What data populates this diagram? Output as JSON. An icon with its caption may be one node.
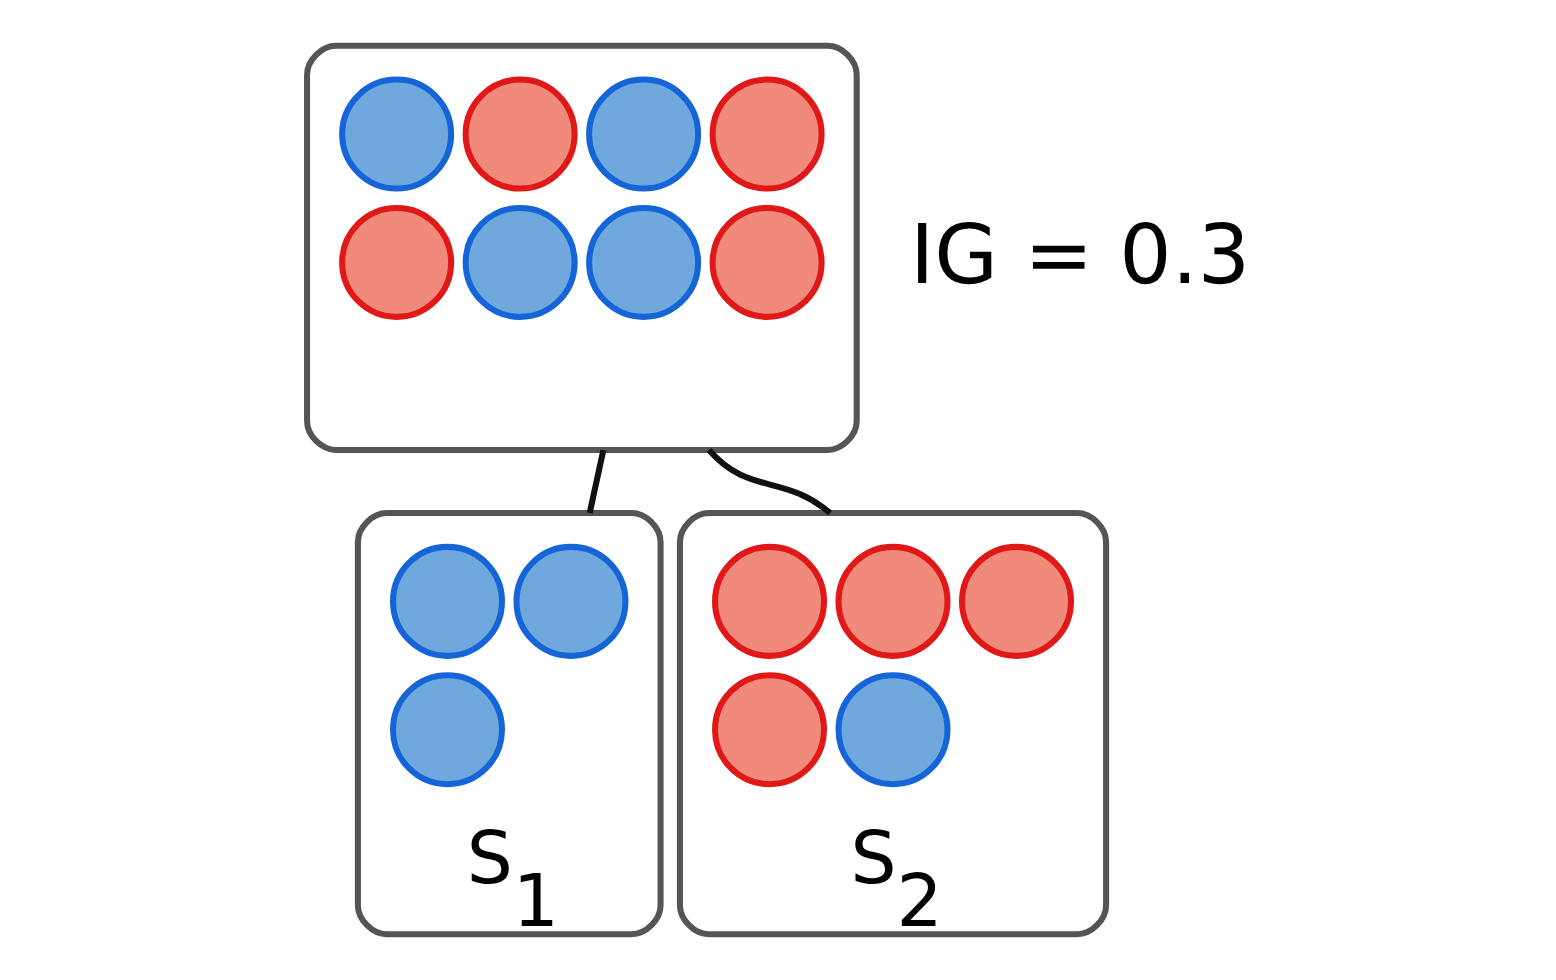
{
  "diagram": {
    "nodes": [
      {
        "text": [],
        "shape": "box"
      },
      {
        "text": [],
        "shape": "circle",
        "in": 0
      },
      {
        "text": [],
        "shape": "circle",
        "in": 0
      },
      {
        "text": [],
        "shape": "circle",
        "in": 0
      },
      {
        "text": [],
        "shape": "circle",
        "in": 0
      },
      {
        "text": [],
        "shape": "circle",
        "in": 0
      },
      {
        "text": [],
        "shape": "circle",
        "in": 0
      },
      {
        "text": [],
        "shape": "circle",
        "in": 0
      },
      {
        "text": [],
        "shape": "circle",
        "in": 0
      },
      {
        "text": [],
        "shape": "box",
        "beside": [
          "S$_{1}$"
        ]
      },
      {
        "text": [],
        "shape": "circle",
        "in": 9
      },
      {
        "text": [],
        "shape": "circle",
        "in": 9
      },
      {
        "text": [],
        "shape": "circle",
        "in": 9
      },
      {
        "text": [],
        "shape": "box",
        "beside": [
          "S$_{2}$"
        ]
      },
      {
        "text": [],
        "shape": "circle",
        "in": 13
      },
      {
        "text": [],
        "shape": "circle",
        "in": 13
      },
      {
        "text": [],
        "shape": "circle",
        "in": 13
      },
      {
        "text": [],
        "shape": "circle",
        "in": 13
      },
      {
        "text": [],
        "shape": "circle",
        "in": 13
      }
    ],
    "edges": [
      {
        "from": 0,
        "to": 9,
        "arrow": "none"
      },
      {
        "from": 0,
        "to": 13,
        "arrow": "none"
      }
    ],
    "labels": [
      "IG = 0.3"
    ]
  }
}
